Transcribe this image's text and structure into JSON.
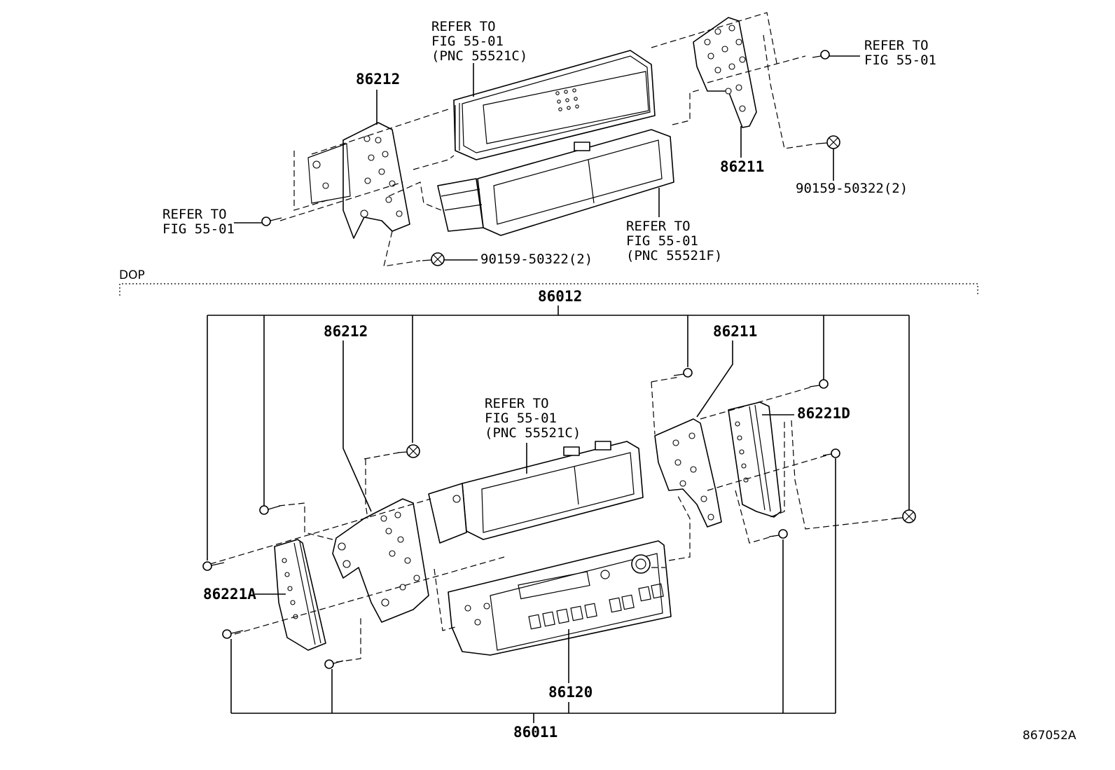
{
  "top_group": {
    "bracket_left_pnc": "86212",
    "bracket_right_pnc": "86211",
    "refer_upper": [
      "REFER TO",
      "FIG 55-01",
      "(PNC 55521C)"
    ],
    "refer_right": [
      "REFER TO",
      "FIG 55-01"
    ],
    "refer_left": [
      "REFER TO",
      "FIG 55-01"
    ],
    "refer_lower": [
      "REFER TO",
      "FIG 55-01",
      "(PNC 55521F)"
    ],
    "screw_right": "90159-50322(2)",
    "screw_left": "90159-50322(2)"
  },
  "dop_section": {
    "label": "DOP",
    "kit_pnc": "86012",
    "bracket_left_pnc": "86212",
    "bracket_right_pnc": "86211",
    "refer": [
      "REFER TO",
      "FIG 55-01",
      "(PNC 55521C)"
    ],
    "panel_right_pnc": "86221D",
    "panel_left_pnc": "86221A",
    "radio_pnc": "86120",
    "bottom_kit_pnc": "86011"
  },
  "figure_id": "867052A"
}
